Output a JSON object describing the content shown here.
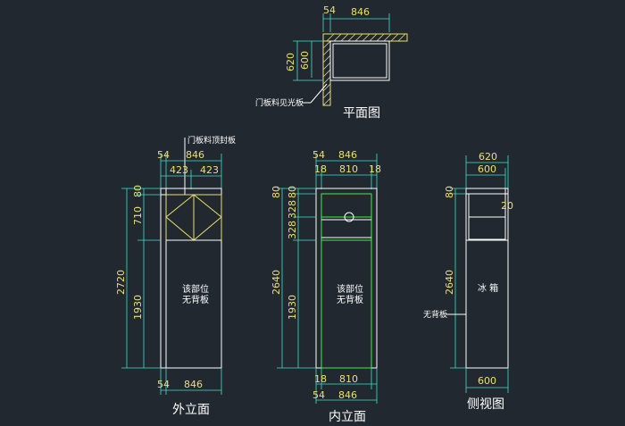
{
  "plan": {
    "title": "平面图",
    "dim_top_a": "54",
    "dim_top_b": "846",
    "dim_left_a": "620",
    "dim_left_b": "600",
    "note": "门板料见光板"
  },
  "outer": {
    "title": "外立面",
    "note": "门板料顶封板",
    "dim_top_a": "54",
    "dim_top_b": "846",
    "dim_top_c": "423",
    "dim_top_d": "423",
    "dim_left_total": "2720",
    "dim_left_a": "80",
    "dim_left_b": "710",
    "dim_left_c": "1930",
    "dim_bottom_a": "54",
    "dim_bottom_b": "846",
    "body_line1": "该部位",
    "body_line2": "无背板"
  },
  "inner": {
    "title": "内立面",
    "dim_top_a": "54",
    "dim_top_b": "846",
    "dim_top_c": "18",
    "dim_top_d": "810",
    "dim_top_e": "18",
    "dim_left_total": "2640",
    "dim_left_a": "80",
    "dim_left_b": "80",
    "dim_left_c": "328",
    "dim_left_d": "328",
    "dim_left_e": "1930",
    "dim_bottom_a": "18",
    "dim_bottom_b": "810",
    "dim_bottom_c": "54",
    "dim_bottom_d": "846",
    "body_line1": "该部位",
    "body_line2": "无背板"
  },
  "side": {
    "title": "侧视图",
    "dim_top_a": "620",
    "dim_top_b": "600",
    "dim_left_a": "80",
    "dim_left_total": "2640",
    "dim_right": "20",
    "dim_bottom": "600",
    "body_text": "冰 箱",
    "note": "无背板"
  },
  "colors": {
    "background": "#212830",
    "dimension": "#e8e070",
    "outline": "#ffffff",
    "accent_green": "#40f040",
    "dim_line": "#40e0c8"
  }
}
